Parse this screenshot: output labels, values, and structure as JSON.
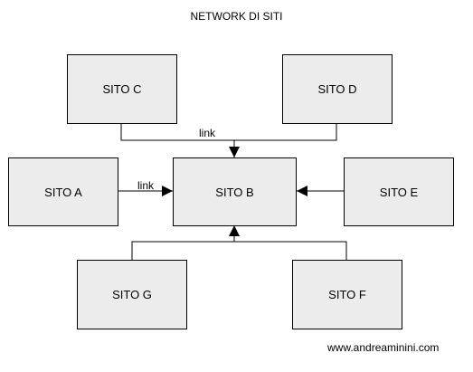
{
  "title": "NETWORK DI SITI",
  "sites": {
    "a": "SITO A",
    "b": "SITO B",
    "c": "SITO C",
    "d": "SITO D",
    "e": "SITO E",
    "f": "SITO F",
    "g": "SITO G"
  },
  "links": {
    "top_label": "link",
    "left_label": "link"
  },
  "credit": "www.andreaminini.com",
  "colors": {
    "box_fill": "#ececec",
    "stroke": "#000000"
  }
}
